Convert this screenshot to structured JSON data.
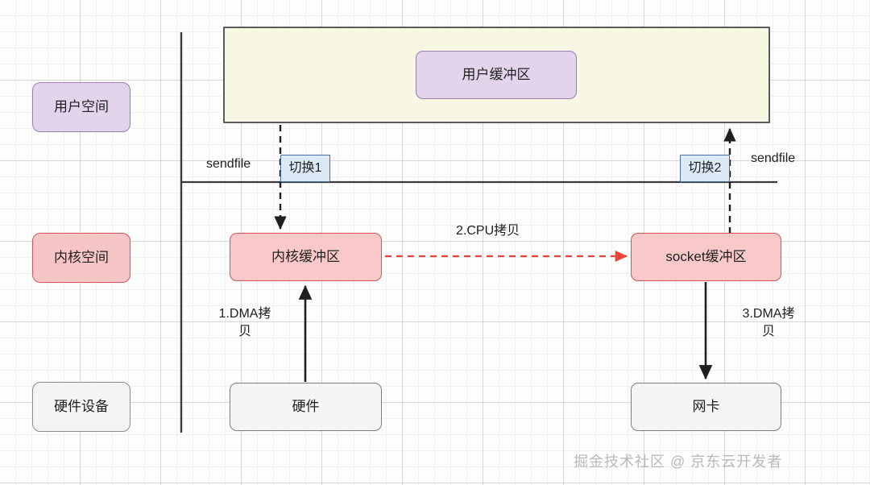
{
  "diagram": {
    "title": "sendfile zero-copy data flow",
    "lanes": [
      {
        "id": "user",
        "label": "用户空间",
        "color": "#e3d4ec",
        "border": "#9b7fb0"
      },
      {
        "id": "kernel",
        "label": "内核空间",
        "color": "#f6c6c6",
        "border": "#d05656"
      },
      {
        "id": "hw",
        "label": "硬件设备",
        "color": "#f4f4f4",
        "border": "#8c8c8c"
      }
    ],
    "nodes": {
      "user_buffer": {
        "label": "用户缓冲区",
        "color": "#e3d4ec",
        "border": "#9b7fb0"
      },
      "kernel_buffer": {
        "label": "内核缓冲区",
        "color": "#f9c9c9",
        "border": "#d05656"
      },
      "socket_buffer": {
        "label": "socket缓冲区",
        "color": "#f9c9c9",
        "border": "#d05656"
      },
      "hardware": {
        "label": "硬件",
        "color": "#f5f5f5",
        "border": "#7d7d7d"
      },
      "nic": {
        "label": "网卡",
        "color": "#f5f5f5",
        "border": "#7d7d7d"
      }
    },
    "switches": [
      {
        "id": "switch1",
        "label": "切换1",
        "color": "#dce9f7",
        "border": "#4a6fa5"
      },
      {
        "id": "switch2",
        "label": "切换2",
        "color": "#dce9f7",
        "border": "#4a6fa5"
      }
    ],
    "labels": {
      "sendfile_left": "sendfile",
      "sendfile_right": "sendfile",
      "cpu_copy": "2.CPU拷贝",
      "dma_copy_1": "1.DMA拷\n贝",
      "dma_copy_3": "3.DMA拷\n贝"
    },
    "arrows": [
      {
        "id": "switch1-down",
        "style": "dashed",
        "color": "#1f1f1f",
        "from": "userspace-box",
        "to": "kernel_buffer",
        "direction": "down"
      },
      {
        "id": "cpu-copy",
        "style": "dashed",
        "color": "#e8453c",
        "from": "kernel_buffer",
        "to": "socket_buffer",
        "direction": "right"
      },
      {
        "id": "dma-copy-1",
        "style": "solid",
        "color": "#1f1f1f",
        "from": "hardware",
        "to": "kernel_buffer",
        "direction": "up"
      },
      {
        "id": "dma-copy-3",
        "style": "solid",
        "color": "#1f1f1f",
        "from": "socket_buffer",
        "to": "nic",
        "direction": "down"
      },
      {
        "id": "switch2-up",
        "style": "dashed",
        "color": "#1f1f1f",
        "from": "socket_buffer",
        "to": "userspace-box",
        "direction": "up"
      }
    ],
    "watermark": "掘金技术社区 @ 京东云开发者"
  }
}
